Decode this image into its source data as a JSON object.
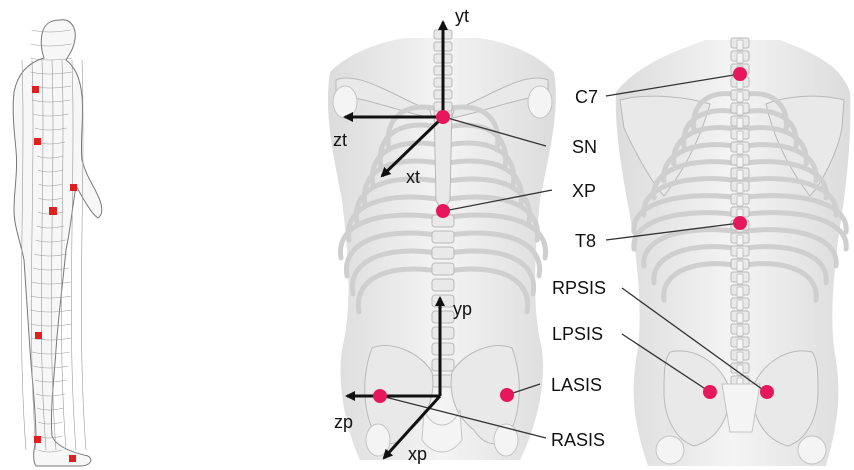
{
  "colors": {
    "marker": "#e6175c",
    "mesh_marker": "#e02020",
    "axis": "#111111",
    "leader": "#333333"
  },
  "front_view": {
    "thorax_axes": {
      "y": "yt",
      "z": "zt",
      "x": "xt"
    },
    "pelvis_axes": {
      "y": "yp",
      "z": "zp",
      "x": "xp"
    },
    "landmarks": [
      "SN",
      "XP",
      "LASIS",
      "RASIS"
    ]
  },
  "back_view": {
    "landmarks": [
      "C7",
      "T8",
      "RPSIS",
      "LPSIS"
    ]
  },
  "icons": [
    "human-mesh-side-view",
    "skeleton-front-view",
    "skeleton-back-view"
  ]
}
